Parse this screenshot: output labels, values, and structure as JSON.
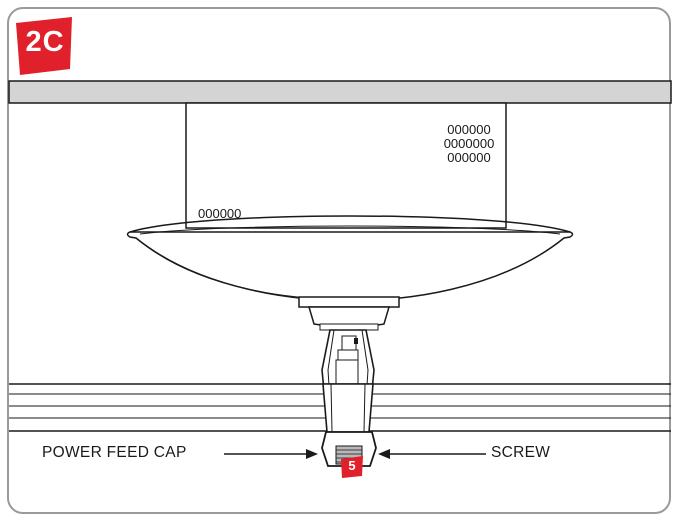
{
  "step": {
    "label": "2C",
    "badge_color": "#e0202a"
  },
  "callout": {
    "label": "5",
    "badge_color": "#e0202a"
  },
  "labels": {
    "left": "POWER FEED CAP",
    "right": "SCREW"
  },
  "plate_codes": [
    "000000",
    "0000000",
    "000000"
  ],
  "dish_code": "000000"
}
